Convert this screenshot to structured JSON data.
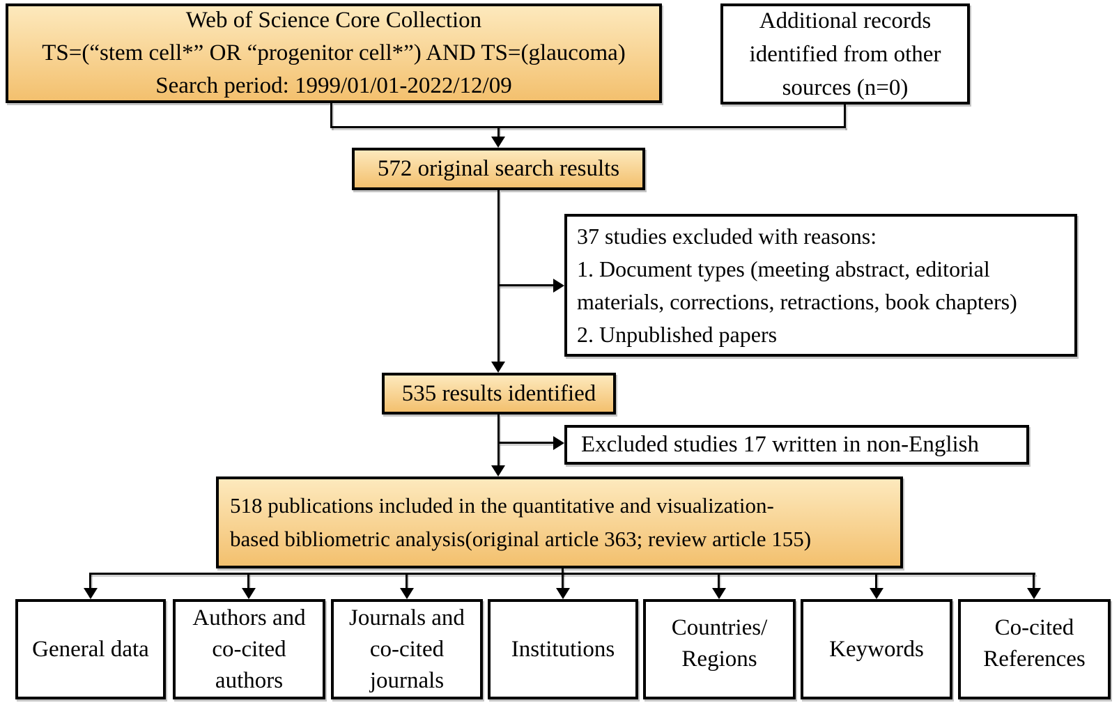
{
  "flow": {
    "source_box": {
      "lines": [
        "Web of Science Core Collection",
        "TS=(“stem cell*” OR “progenitor cell*”) AND TS=(glaucoma)",
        "Search period: 1999/01/01-2022/12/09"
      ]
    },
    "additional_box": {
      "lines": [
        "Additional records",
        "identified from other",
        "sources (n=0)"
      ]
    },
    "results_box": {
      "label": "572 original search results"
    },
    "excluded_box": {
      "lines": [
        "37 studies excluded with reasons:",
        "1. Document types (meeting abstract, editorial",
        "materials, corrections, retractions, book chapters)",
        "2. Unpublished papers"
      ]
    },
    "identified_box": {
      "label": "535 results identified"
    },
    "non_english_box": {
      "label": "Excluded studies 17 written in non-English"
    },
    "included_box": {
      "lines": [
        "518 publications included in the quantitative and visualization-",
        "based bibliometric analysis(original article 363; review article 155)"
      ]
    },
    "categories": [
      {
        "label_lines": [
          "General data"
        ]
      },
      {
        "label_lines": [
          "Authors and",
          "co-cited",
          "authors"
        ]
      },
      {
        "label_lines": [
          "Journals and",
          "co-cited",
          "journals"
        ]
      },
      {
        "label_lines": [
          "Institutions"
        ]
      },
      {
        "label_lines": [
          "Countries/",
          "Regions"
        ]
      },
      {
        "label_lines": [
          "Keywords"
        ]
      },
      {
        "label_lines": [
          "Co-cited",
          "References"
        ]
      }
    ]
  },
  "colors": {
    "accent_top": "#fde9bd",
    "accent_bottom": "#f3c06e",
    "border": "#000000",
    "line": "#000000",
    "plain": "#ffffff",
    "text": "#000000",
    "bg": "#ffffff"
  }
}
